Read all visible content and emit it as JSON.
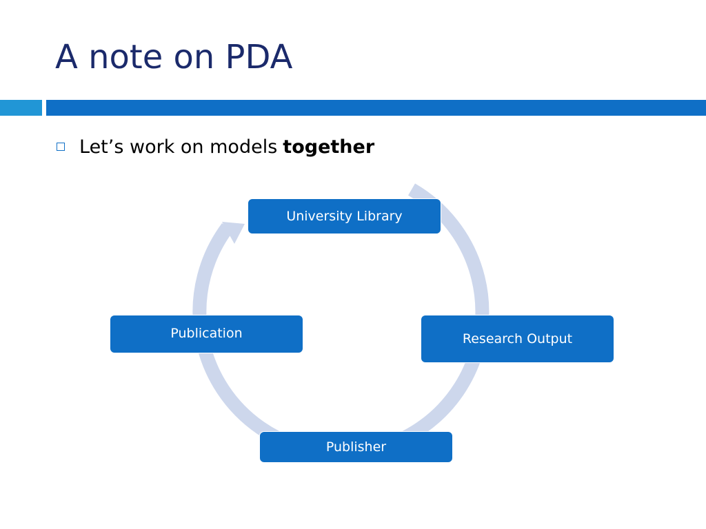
{
  "slide": {
    "title": "A note on PDA",
    "bullet": {
      "text": "Let’s work on models",
      "emphasis": "together"
    }
  },
  "diagram": {
    "type": "cycle",
    "nodes": [
      {
        "label": "University Library"
      },
      {
        "label": "Research Output"
      },
      {
        "label": "Publisher"
      },
      {
        "label": "Publication"
      }
    ],
    "direction": "clockwise"
  },
  "colors": {
    "title": "#1b2a6b",
    "accent_bar_left": "#2196d6",
    "accent_bar_right": "#0f6fc6",
    "node_fill": "#0f6fc6",
    "ring": "#cdd7ec"
  }
}
